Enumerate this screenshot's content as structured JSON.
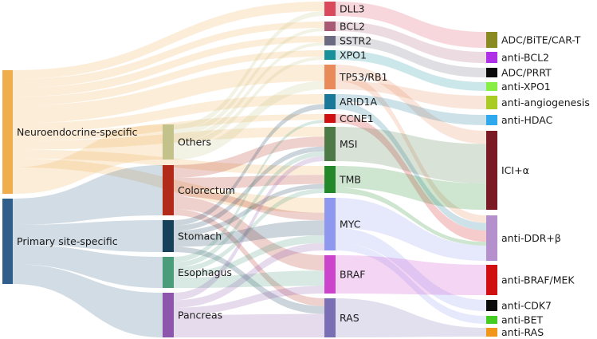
{
  "diagram": {
    "type": "sankey",
    "columns": [
      {
        "nodes": [
          {
            "id": "neuro",
            "label": "Neuroendocrine-specific",
            "color": "#f0ad4e"
          },
          {
            "id": "primary",
            "label": "Primary site-specific",
            "color": "#2f5f8a"
          }
        ]
      },
      {
        "nodes": [
          {
            "id": "others",
            "label": "Others",
            "color": "#c2c28a"
          },
          {
            "id": "colorectum",
            "label": "Colorectum",
            "color": "#b22a1a"
          },
          {
            "id": "stomach",
            "label": "Stomach",
            "color": "#17415a"
          },
          {
            "id": "esophagus",
            "label": "Esophagus",
            "color": "#4a9c7a"
          },
          {
            "id": "pancreas",
            "label": "Pancreas",
            "color": "#8e55ad"
          }
        ]
      },
      {
        "nodes": [
          {
            "id": "dll3",
            "label": "DLL3",
            "color": "#d94a5c"
          },
          {
            "id": "bcl2",
            "label": "BCL2",
            "color": "#a85a74"
          },
          {
            "id": "sstr2",
            "label": "SSTR2",
            "color": "#6a6a80"
          },
          {
            "id": "xpo1",
            "label": "XPO1",
            "color": "#18909a"
          },
          {
            "id": "tp53",
            "label": "TP53/RB1",
            "color": "#e88a5a"
          },
          {
            "id": "arid1a",
            "label": "ARID1A",
            "color": "#1a7898"
          },
          {
            "id": "ccne1",
            "label": "CCNE1",
            "color": "#d01010"
          },
          {
            "id": "msi",
            "label": "MSI",
            "color": "#4e7a48"
          },
          {
            "id": "tmb",
            "label": "TMB",
            "color": "#22882a"
          },
          {
            "id": "myc",
            "label": "MYC",
            "color": "#8e98ee"
          },
          {
            "id": "braf",
            "label": "BRAF",
            "color": "#cc44cc"
          },
          {
            "id": "ras",
            "label": "RAS",
            "color": "#7a6eb4"
          }
        ]
      },
      {
        "nodes": [
          {
            "id": "adc_bite",
            "label": "ADC/BiTE/CAR-T",
            "color": "#8a8a22"
          },
          {
            "id": "anti_bcl2",
            "label": "anti-BCL2",
            "color": "#b030e8"
          },
          {
            "id": "adc_prrt",
            "label": "ADC/PRRT",
            "color": "#0a0a0a"
          },
          {
            "id": "anti_xpo1",
            "label": "anti-XPO1",
            "color": "#88ee44"
          },
          {
            "id": "anti_angio",
            "label": "anti-angiogenesis",
            "color": "#a8cc22"
          },
          {
            "id": "anti_hdac",
            "label": "anti-HDAC",
            "color": "#30a8ee"
          },
          {
            "id": "ici",
            "label": "ICI+α",
            "color": "#7a1a24"
          },
          {
            "id": "anti_ddr",
            "label": "anti-DDR+β",
            "color": "#b490cc"
          },
          {
            "id": "anti_braf",
            "label": "anti-BRAF/MEK",
            "color": "#d01010"
          },
          {
            "id": "anti_cdk7",
            "label": "anti-CDK7",
            "color": "#0a0a0a"
          },
          {
            "id": "anti_bet",
            "label": "anti-BET",
            "color": "#44cc22"
          },
          {
            "id": "anti_ras",
            "label": "anti-RAS",
            "color": "#f0961a"
          }
        ]
      }
    ],
    "links": [
      {
        "source": "neuro",
        "target": "dll3",
        "value": 1
      },
      {
        "source": "neuro",
        "target": "bcl2",
        "value": 1
      },
      {
        "source": "neuro",
        "target": "sstr2",
        "value": 1
      },
      {
        "source": "neuro",
        "target": "xpo1",
        "value": 1
      },
      {
        "source": "neuro",
        "target": "tp53",
        "value": 2
      },
      {
        "source": "neuro",
        "target": "arid1a",
        "value": 1
      },
      {
        "source": "neuro",
        "target": "ccne1",
        "value": 1
      },
      {
        "source": "neuro",
        "target": "msi",
        "value": 1
      },
      {
        "source": "neuro",
        "target": "tmb",
        "value": 1
      },
      {
        "source": "neuro",
        "target": "myc",
        "value": 1
      },
      {
        "source": "neuro",
        "target": "others",
        "value": 3
      },
      {
        "source": "primary",
        "target": "colorectum",
        "value": 4
      },
      {
        "source": "primary",
        "target": "stomach",
        "value": 3
      },
      {
        "source": "primary",
        "target": "esophagus",
        "value": 3
      },
      {
        "source": "primary",
        "target": "pancreas",
        "value": 3
      },
      {
        "source": "others",
        "target": "dll3",
        "value": 0.5
      },
      {
        "source": "others",
        "target": "bcl2",
        "value": 0.5
      },
      {
        "source": "others",
        "target": "sstr2",
        "value": 0.5
      },
      {
        "source": "others",
        "target": "xpo1",
        "value": 0.5
      },
      {
        "source": "others",
        "target": "tp53",
        "value": 1
      },
      {
        "source": "colorectum",
        "target": "msi",
        "value": 1
      },
      {
        "source": "colorectum",
        "target": "tmb",
        "value": 1
      },
      {
        "source": "colorectum",
        "target": "myc",
        "value": 0.5
      },
      {
        "source": "colorectum",
        "target": "braf",
        "value": 1
      },
      {
        "source": "colorectum",
        "target": "ras",
        "value": 0.5
      },
      {
        "source": "stomach",
        "target": "arid1a",
        "value": 0.5
      },
      {
        "source": "stomach",
        "target": "msi",
        "value": 0.5
      },
      {
        "source": "stomach",
        "target": "tmb",
        "value": 0.5
      },
      {
        "source": "stomach",
        "target": "myc",
        "value": 1
      },
      {
        "source": "stomach",
        "target": "ras",
        "value": 0.5
      },
      {
        "source": "esophagus",
        "target": "ccne1",
        "value": 0.5
      },
      {
        "source": "esophagus",
        "target": "msi",
        "value": 0.5
      },
      {
        "source": "esophagus",
        "target": "tmb",
        "value": 0.5
      },
      {
        "source": "esophagus",
        "target": "myc",
        "value": 0.5
      },
      {
        "source": "esophagus",
        "target": "braf",
        "value": 1
      },
      {
        "source": "pancreas",
        "target": "msi",
        "value": 0.5
      },
      {
        "source": "pancreas",
        "target": "myc",
        "value": 0.5
      },
      {
        "source": "pancreas",
        "target": "braf",
        "value": 0.5
      },
      {
        "source": "pancreas",
        "target": "ras",
        "value": 1.5
      },
      {
        "source": "dll3",
        "target": "adc_bite",
        "value": 1.5
      },
      {
        "source": "bcl2",
        "target": "anti_bcl2",
        "value": 1.5
      },
      {
        "source": "sstr2",
        "target": "adc_prrt",
        "value": 1.5
      },
      {
        "source": "xpo1",
        "target": "anti_xpo1",
        "value": 1.5
      },
      {
        "source": "tp53",
        "target": "ici",
        "value": 1
      },
      {
        "source": "tp53",
        "target": "anti_ddr",
        "value": 1
      },
      {
        "source": "tp53",
        "target": "anti_angio",
        "value": 1
      },
      {
        "source": "arid1a",
        "target": "anti_hdac",
        "value": 1
      },
      {
        "source": "arid1a",
        "target": "anti_ddr",
        "value": 1
      },
      {
        "source": "ccne1",
        "target": "anti_ddr",
        "value": 1.5
      },
      {
        "source": "msi",
        "target": "ici",
        "value": 3
      },
      {
        "source": "tmb",
        "target": "ici",
        "value": 2
      },
      {
        "source": "tmb",
        "target": "anti_ddr",
        "value": 0.5
      },
      {
        "source": "myc",
        "target": "anti_ddr",
        "value": 2
      },
      {
        "source": "myc",
        "target": "anti_cdk7",
        "value": 1
      },
      {
        "source": "myc",
        "target": "anti_bet",
        "value": 0.5
      },
      {
        "source": "braf",
        "target": "anti_braf",
        "value": 3
      },
      {
        "source": "ras",
        "target": "anti_ras",
        "value": 1
      },
      {
        "source": "ras",
        "target": "anti_ras",
        "value": 1.5
      }
    ]
  }
}
